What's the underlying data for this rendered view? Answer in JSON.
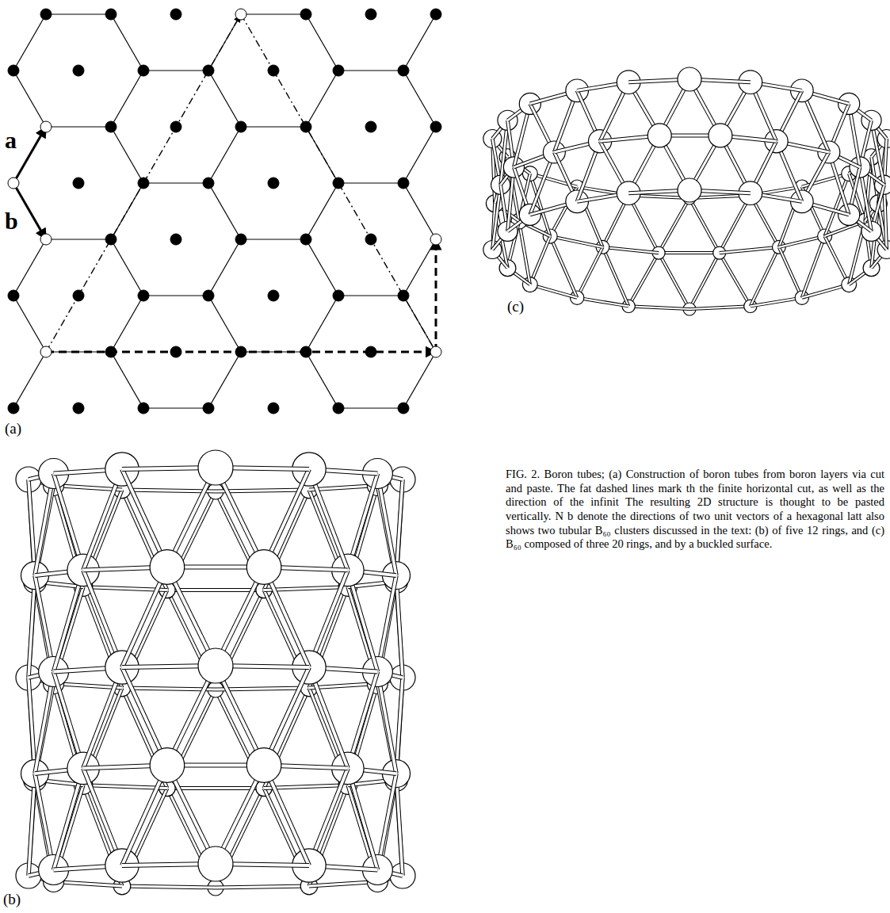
{
  "diagram": {
    "caption": "FIG. 2. Boron tubes; (a) Construction of boron tubes from boron layers via cut and paste. The fat dashed lines mark th the finite horizontal cut, as well as the direction of the infinit The resulting 2D structure is thought to be pasted vertically. N b denote the directions of two unit vectors of a hexagonal latt also shows two tubular B₆₀ clusters discussed in the text: (b) of five 12 rings, and (c) B₆₀ composed of three 20 rings, and by a buckled surface.",
    "labels": [
      "a",
      "b",
      "(a)",
      "(c)",
      "(b)"
    ]
  }
}
